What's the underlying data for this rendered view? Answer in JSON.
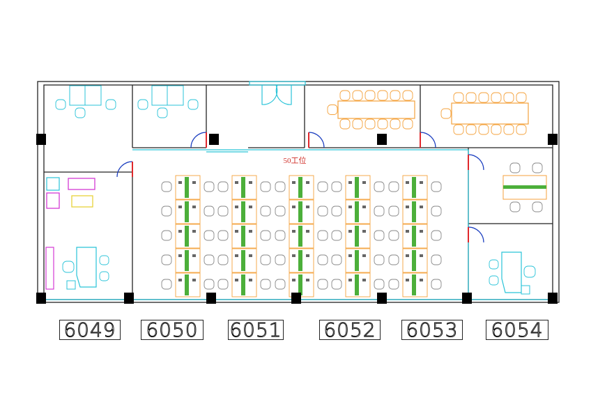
{
  "plan": {
    "seat_label": "50工位",
    "units": [
      "6049",
      "6050",
      "6051",
      "6052",
      "6053",
      "6054"
    ]
  },
  "colors": {
    "wall": "#222222",
    "column": "#000000",
    "furniture_cyan": "#29c3d8",
    "furniture_orange": "#f4a23c",
    "desk_green": "#4caf3a",
    "door_blue": "#1a3dbf",
    "door_red": "#e0282c",
    "furniture_magenta": "#d43ad4",
    "furniture_yellow": "#e8d23a",
    "chair_gray": "#888888",
    "label_red": "#d0302a"
  }
}
